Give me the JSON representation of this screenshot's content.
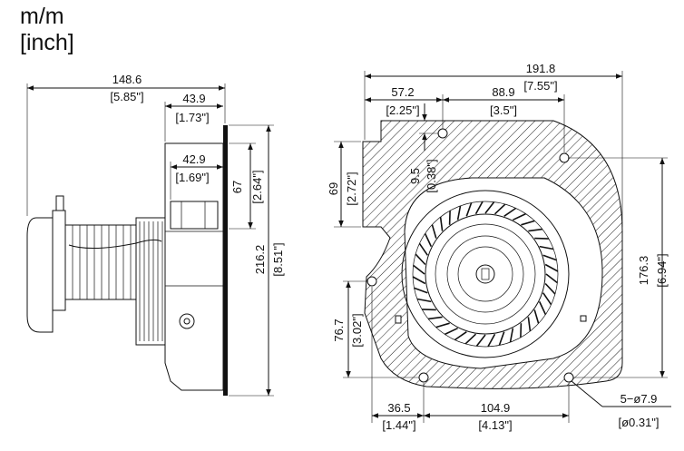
{
  "units": {
    "metric": "m/m",
    "imperial": "[inch]"
  },
  "side_view": {
    "overall_depth": {
      "mm": "148.6",
      "in": "[5.85\"]"
    },
    "flange_to_face": {
      "mm": "43.9",
      "in": "[1.73\"]"
    },
    "outlet_depth": {
      "mm": "42.9",
      "in": "[1.69\"]"
    },
    "outlet_height": {
      "mm": "67",
      "in": "[2.64\"]"
    },
    "overall_height": {
      "mm": "216.2",
      "in": "[8.51\"]"
    }
  },
  "front_view": {
    "overall_width": {
      "mm": "191.8",
      "in": "[7.55\"]"
    },
    "hole_to_outlet": {
      "mm": "57.2",
      "in": "[2.25\"]"
    },
    "hole_spacing_top": {
      "mm": "88.9",
      "in": "[3.5\"]"
    },
    "outlet_height": {
      "mm": "69",
      "in": "[2.72\"]"
    },
    "hole_offset": {
      "mm": "9.5",
      "in": "[0.38\"]"
    },
    "right_height": {
      "mm": "176.3",
      "in": "[6.94\"]"
    },
    "left_hole_height": {
      "mm": "76.7",
      "in": "[3.02\"]"
    },
    "bottom_left": {
      "mm": "36.5",
      "in": "[1.44\"]"
    },
    "bottom_spacing": {
      "mm": "104.9",
      "in": "[4.13\"]"
    },
    "holes": {
      "count": "5−ø7.9",
      "in": "[ø0.31\"]"
    }
  }
}
